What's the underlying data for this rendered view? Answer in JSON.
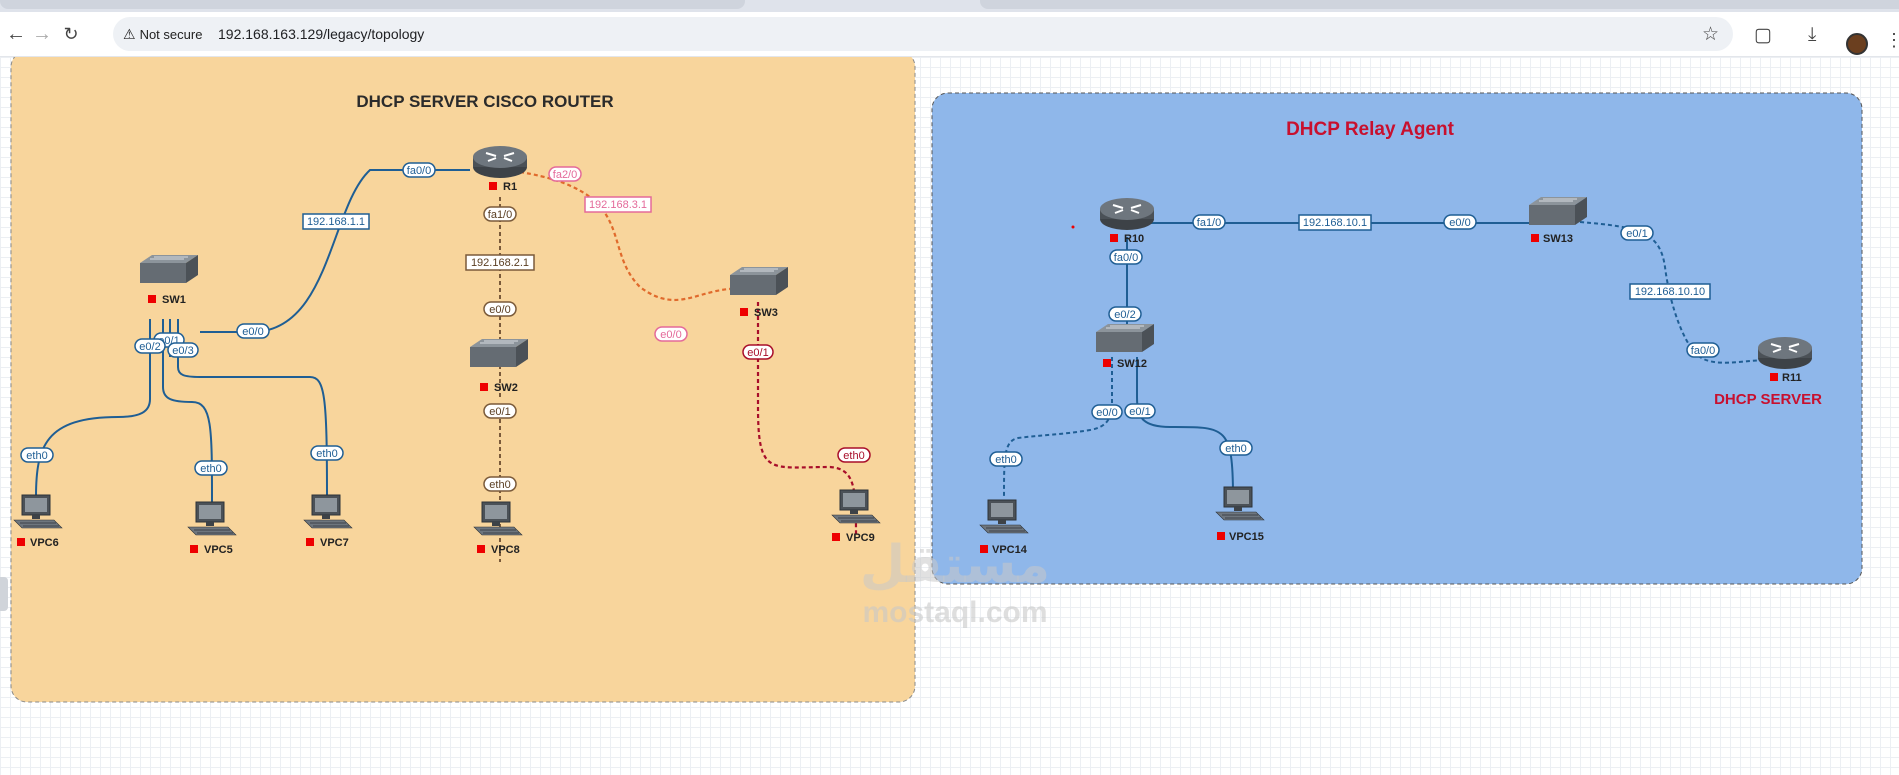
{
  "browser": {
    "security_label": "Not secure",
    "url": "192.168.163.129/legacy/topology"
  },
  "zones": {
    "left_title": "DHCP SERVER CISCO ROUTER",
    "right_title": "DHCP Relay Agent",
    "server_label": "DHCP SERVER",
    "left_color": "#f8d59c",
    "right_color": "#8fb7ea",
    "title_red": "#c8102e"
  },
  "nodes": {
    "r1": "R1",
    "r10": "R10",
    "r11": "R11",
    "sw1": "SW1",
    "sw2": "SW2",
    "sw3": "SW3",
    "sw12": "SW12",
    "sw13": "SW13",
    "vpc5": "VPC5",
    "vpc6": "VPC6",
    "vpc7": "VPC7",
    "vpc8": "VPC8",
    "vpc9": "VPC9",
    "vpc14": "VPC14",
    "vpc15": "VPC15"
  },
  "labels": {
    "r1_fa00": "fa0/0",
    "r1_fa20": "fa2/0",
    "r1_fa10": "fa1/0",
    "net_1921681": "192.168.1.1",
    "net_1921682": "192.168.2.1",
    "net_1921683": "192.168.3.1",
    "sw1_e00": "e0/0",
    "sw1_e01": "e0/1",
    "sw1_e02": "e0/2",
    "sw1_e03": "e0/3",
    "sw2_e00": "e0/0",
    "sw2_e01": "e0/1",
    "sw3_e00": "e0/0",
    "sw3_e01": "e0/1",
    "vpc6_eth": "eth0",
    "vpc5_eth": "eth0",
    "vpc7_eth": "eth0",
    "vpc8_eth": "eth0",
    "vpc9_eth": "eth0",
    "r10_fa10": "fa1/0",
    "r10_fa00": "fa0/0",
    "net_19216810_1": "192.168.10.1",
    "sw13_e00": "e0/0",
    "sw13_e01": "e0/1",
    "net_19216810_10": "192.168.10.10",
    "r11_fa00": "fa0/0",
    "sw12_e02": "e0/2",
    "sw12_e00": "e0/0",
    "sw12_e01": "e0/1",
    "vpc14_eth": "eth0",
    "vpc15_eth": "eth0"
  },
  "watermark": {
    "arabic": "مستقل",
    "latin": "mostaql.com"
  }
}
